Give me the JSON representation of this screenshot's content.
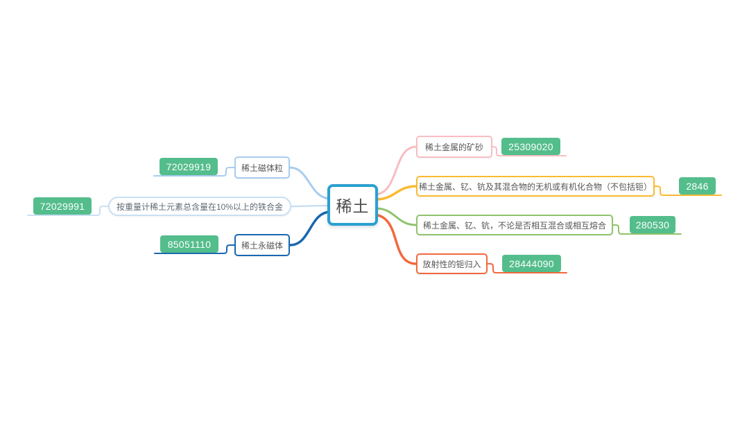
{
  "theme": {
    "canvas_bg": "#ffffff",
    "badge_bg": "#54BD8C",
    "badge_text_color": "#ffffff",
    "label_text_color": "#555555"
  },
  "center": {
    "label": "稀土",
    "border_color": "#2AA0CF",
    "text_color": "#4a4a4a"
  },
  "left_branches": [
    {
      "label": "稀土磁体粒",
      "code": "72029919",
      "color": "#A8CCEF",
      "shape": "rect"
    },
    {
      "label": "按重量计稀土元素总含量在10%以上的铁合金",
      "code": "72029991",
      "color": "#C9DFF3",
      "shape": "pill"
    },
    {
      "label": "稀土永磁体",
      "code": "85051110",
      "color": "#1967AF",
      "shape": "rect"
    }
  ],
  "right_branches": [
    {
      "label": "稀土金属的矿砂",
      "code": "25309020",
      "color": "#F7BDC2",
      "shape": "rect"
    },
    {
      "label": "稀土金属、钇、钪及其混合物的无机或有机化合物（不包括钷）",
      "code": "2846",
      "color": "#FABA31",
      "shape": "rect"
    },
    {
      "label": "稀土金属、钇、钪，不论是否相互混合或相互熔合",
      "code": "280530",
      "color": "#90C36C",
      "shape": "rect"
    },
    {
      "label": "放射性的钷归入",
      "code": "28444090",
      "color": "#F2683D",
      "shape": "rect"
    }
  ]
}
